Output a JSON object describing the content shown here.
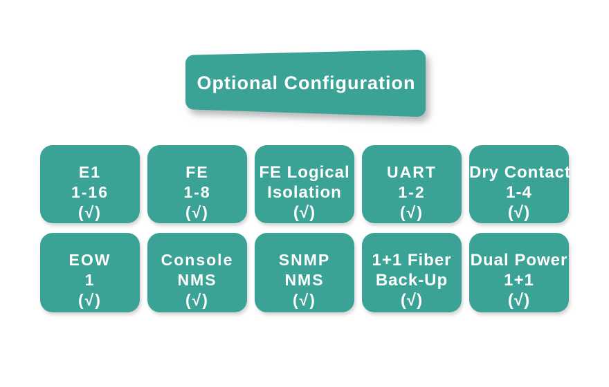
{
  "colors": {
    "accent": "#3BA296",
    "text": "#FFFFFF",
    "background": "#FFFFFF"
  },
  "banner": {
    "label": "Optional Configuration"
  },
  "rows": [
    {
      "boxes": [
        {
          "lines": [
            "E1",
            "1-16",
            "(√)"
          ]
        },
        {
          "lines": [
            "FE",
            "1-8",
            "(√)"
          ]
        },
        {
          "lines": [
            "FE Logical",
            "Isolation",
            "(√)"
          ]
        },
        {
          "lines": [
            "UART",
            "1-2",
            "(√)"
          ]
        },
        {
          "lines": [
            "Dry Contact",
            "1-4",
            "(√)"
          ]
        }
      ]
    },
    {
      "boxes": [
        {
          "lines": [
            "EOW",
            "1",
            "(√)"
          ]
        },
        {
          "lines": [
            "Console",
            "NMS",
            "(√)"
          ]
        },
        {
          "lines": [
            "SNMP",
            "NMS",
            "(√)"
          ]
        },
        {
          "lines": [
            "1+1 Fiber",
            "Back-Up",
            "(√)"
          ]
        },
        {
          "lines": [
            "Dual Power",
            "1+1",
            "(√)"
          ]
        }
      ]
    }
  ]
}
